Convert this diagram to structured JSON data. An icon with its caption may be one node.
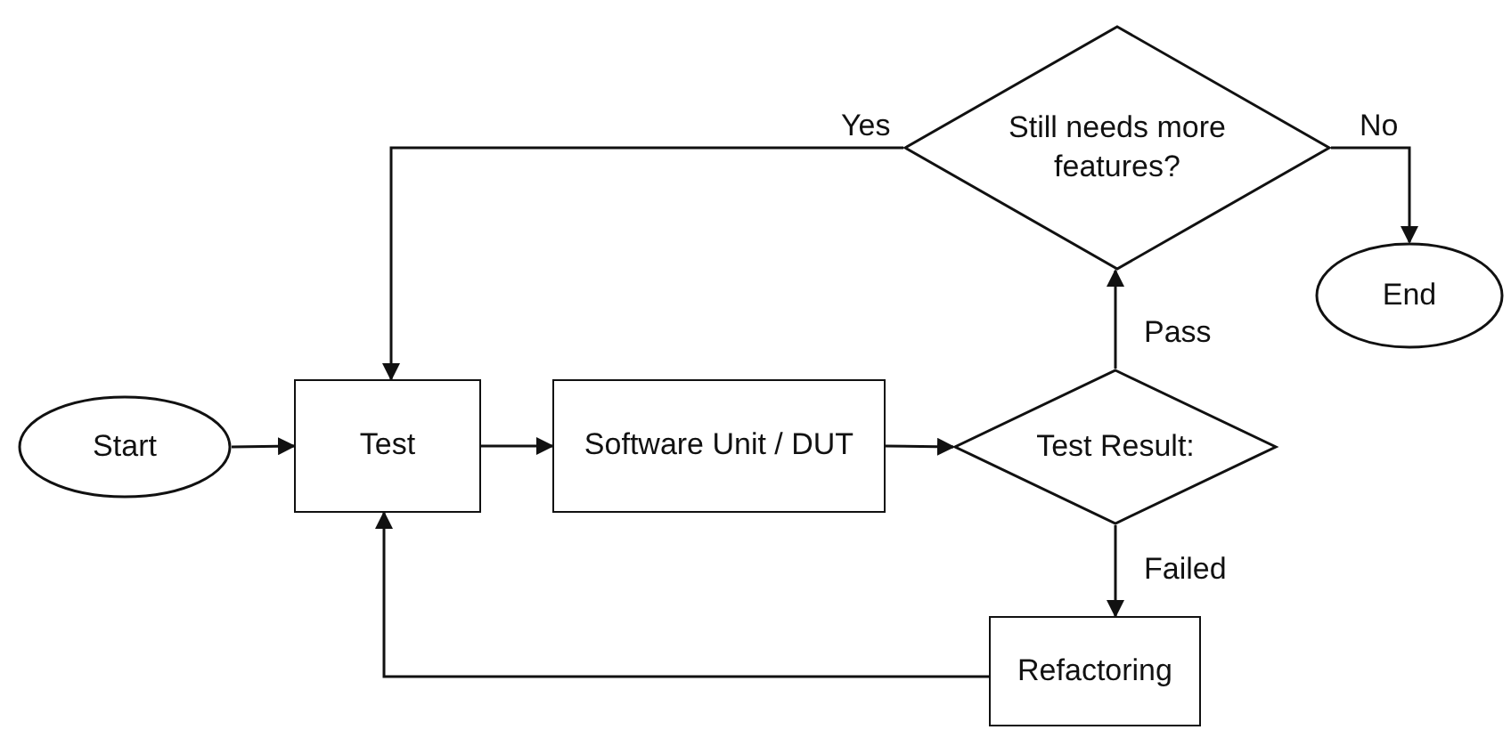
{
  "diagram": {
    "nodes": [
      {
        "text": [
          "Start"
        ]
      },
      {
        "text": [
          "Test"
        ]
      },
      {
        "text": [
          "Software Unit / DUT"
        ]
      },
      {
        "text": [
          "Test Result:"
        ]
      },
      {
        "text": [
          "Still needs more features?"
        ]
      },
      {
        "text": [
          "End"
        ]
      },
      {
        "text": [
          "Refactoring"
        ]
      }
    ],
    "edges": [
      {
        "from": 0,
        "to": 1,
        "arrow": "to"
      },
      {
        "from": 1,
        "to": 2,
        "arrow": "to"
      },
      {
        "from": 2,
        "to": 3,
        "arrow": "to"
      },
      {
        "from": 3,
        "to": 4,
        "arrow": "to",
        "label": "Pass"
      },
      {
        "from": 3,
        "to": 6,
        "arrow": "to",
        "label": "Failed"
      },
      {
        "from": 6,
        "to": 1,
        "arrow": "to"
      },
      {
        "from": 4,
        "to": 1,
        "arrow": "to",
        "label": "Yes"
      },
      {
        "from": 4,
        "to": 5,
        "arrow": "to",
        "label": "No"
      }
    ]
  }
}
